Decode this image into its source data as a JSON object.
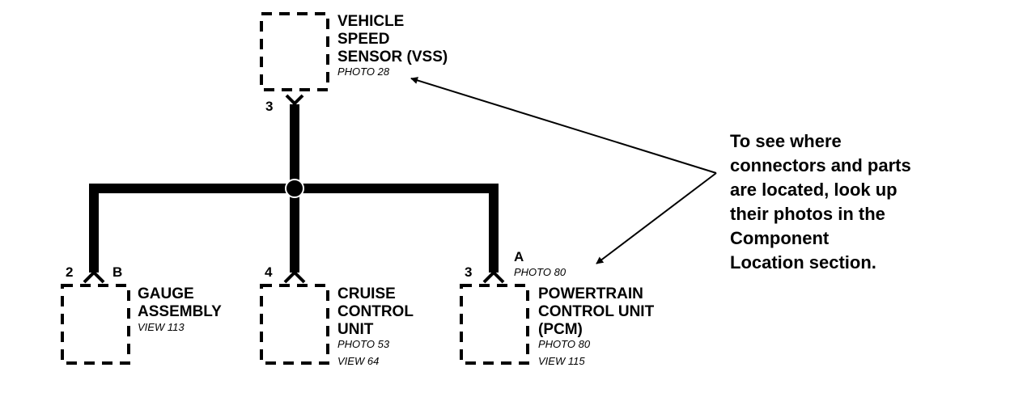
{
  "components": {
    "vss": {
      "name_lines": [
        "VEHICLE",
        "SPEED",
        "SENSOR (VSS)"
      ],
      "refs": [
        "PHOTO 28"
      ],
      "pin": "3"
    },
    "gauge": {
      "name_lines": [
        "GAUGE",
        "ASSEMBLY"
      ],
      "refs": [
        "VIEW 113"
      ],
      "pin": "2",
      "connector": "B"
    },
    "cruise": {
      "name_lines": [
        "CRUISE",
        "CONTROL",
        "UNIT"
      ],
      "refs": [
        "PHOTO 53",
        "VIEW 64"
      ],
      "pin": "4"
    },
    "pcm": {
      "name_lines": [
        "POWERTRAIN",
        "CONTROL UNIT",
        "(PCM)"
      ],
      "refs": [
        "PHOTO 80",
        "VIEW 115"
      ],
      "pin": "3",
      "connector": "A",
      "connector_ref": "PHOTO 80"
    }
  },
  "note": {
    "lines": [
      "To see where",
      "connectors and parts",
      "are located, look up",
      "their photos in the",
      "Component",
      "Location section."
    ]
  }
}
